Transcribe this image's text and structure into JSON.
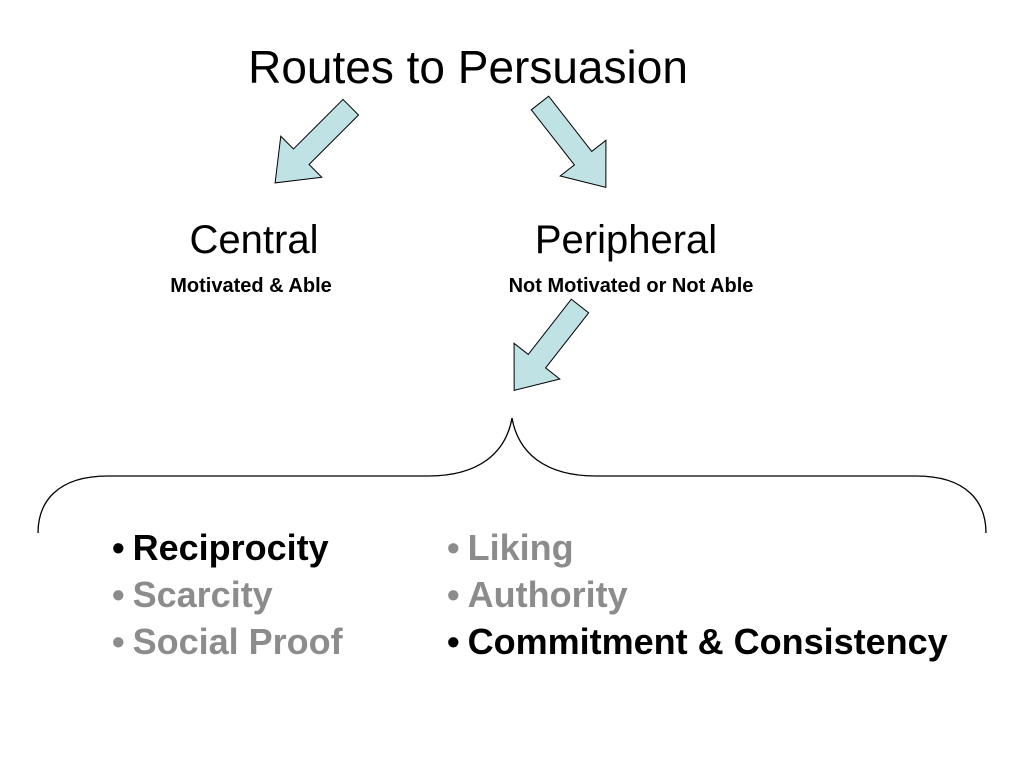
{
  "title": "Routes to Persuasion",
  "routes": {
    "central": {
      "name": "Central",
      "description": "Motivated & Able"
    },
    "peripheral": {
      "name": "Peripheral",
      "description": "Not Motivated or Not Able"
    }
  },
  "bullet_symbol": "•",
  "principles": {
    "left": [
      {
        "label": "Reciprocity",
        "color": "#000000"
      },
      {
        "label": "Scarcity",
        "color": "#8c8c8c"
      },
      {
        "label": "Social Proof",
        "color": "#8c8c8c"
      }
    ],
    "right": [
      {
        "label": "Liking",
        "color": "#8c8c8c"
      },
      {
        "label": "Authority",
        "color": "#8c8c8c"
      },
      {
        "label": "Commitment & Consistency",
        "color": "#000000"
      }
    ]
  },
  "colors": {
    "arrow_fill": "#bfe3e4",
    "arrow_stroke": "#000000",
    "emphasis_text": "#000000",
    "muted_text": "#8c8c8c"
  },
  "icons": {
    "arrows": "down-arrow-icon",
    "brace": "curly-brace"
  }
}
